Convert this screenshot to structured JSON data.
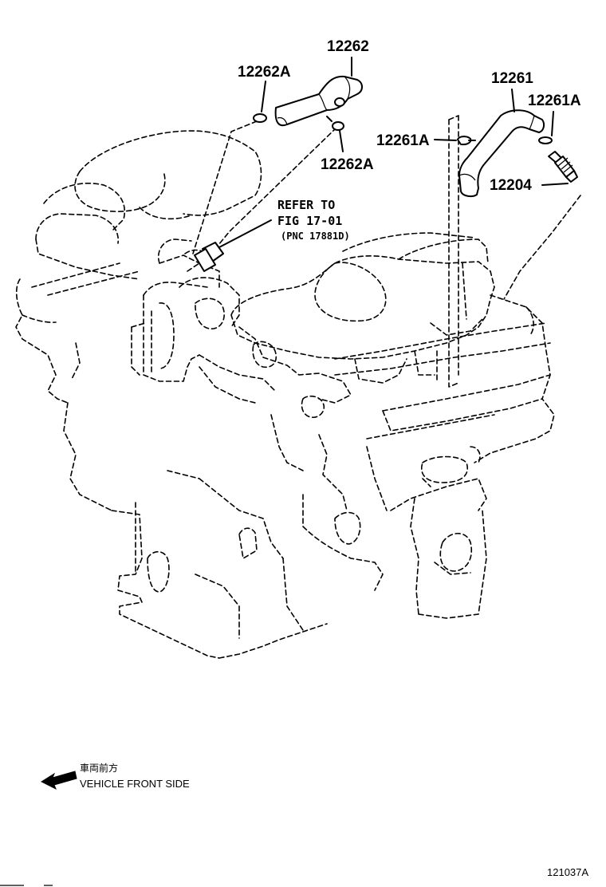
{
  "labels": {
    "p12262": "12262",
    "p12262a_top": "12262A",
    "p12262a_bottom": "12262A",
    "p12261": "12261",
    "p12261a_right": "12261A",
    "p12261a_left": "12261A",
    "p12204": "12204"
  },
  "reference": {
    "line1": "REFER TO",
    "line2": "FIG 17-01",
    "line3": "(PNC 17881D)"
  },
  "front_indicator": {
    "japanese": "車両前方",
    "english": "VEHICLE FRONT SIDE"
  },
  "figure_code": "121037A"
}
